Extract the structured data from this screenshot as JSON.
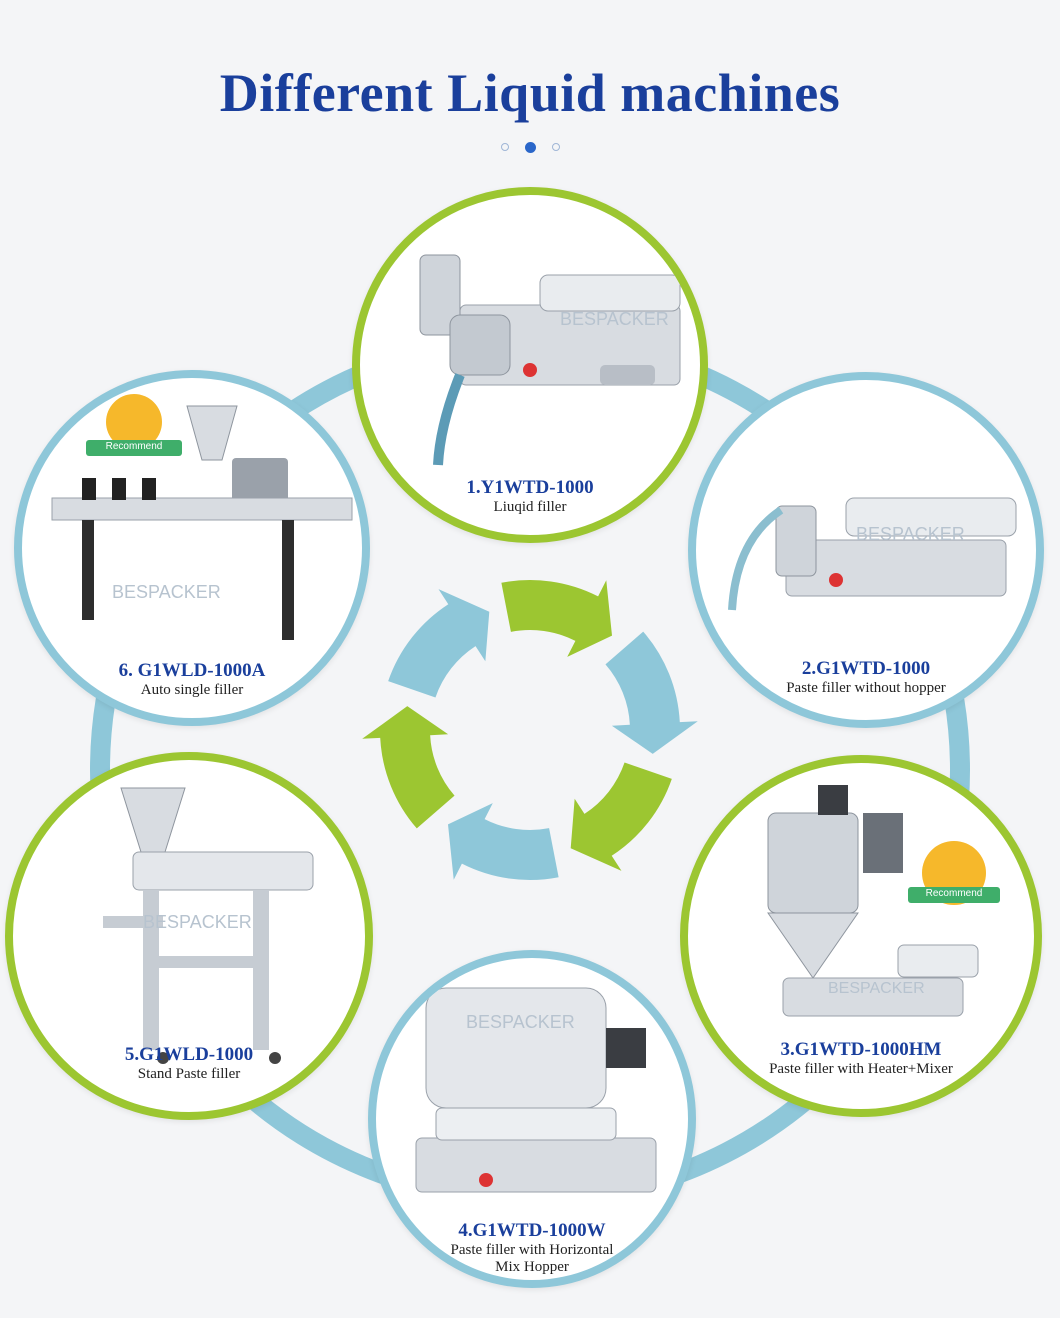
{
  "title": "Different Liquid machines",
  "pager": {
    "active_index": 1,
    "count": 3
  },
  "colors": {
    "title": "#1a3f9c",
    "green": "#9cc631",
    "blue": "#8ec7d9",
    "steel": "#c9ced5"
  },
  "machines": [
    {
      "name": "1.Y1WTD-1000",
      "desc": [
        "Liuqid filler"
      ],
      "border": "green",
      "recommend": false
    },
    {
      "name": "2.G1WTD-1000",
      "desc": [
        "Paste filler without hopper"
      ],
      "border": "blue",
      "recommend": false
    },
    {
      "name": "3.G1WTD-1000HM",
      "desc": [
        "Paste filler with Heater+Mixer"
      ],
      "border": "green",
      "recommend": true
    },
    {
      "name": "4.G1WTD-1000W",
      "desc": [
        "Paste filler with Horizontal",
        "Mix Hopper"
      ],
      "border": "blue",
      "recommend": false
    },
    {
      "name": "5.G1WLD-1000",
      "desc": [
        "Stand Paste filler"
      ],
      "border": "green",
      "recommend": false
    },
    {
      "name": "6. G1WLD-1000A",
      "desc": [
        "Auto single filler"
      ],
      "border": "blue",
      "recommend": true
    }
  ],
  "watermark": "BESPACKER",
  "badge_label": "Recommend"
}
